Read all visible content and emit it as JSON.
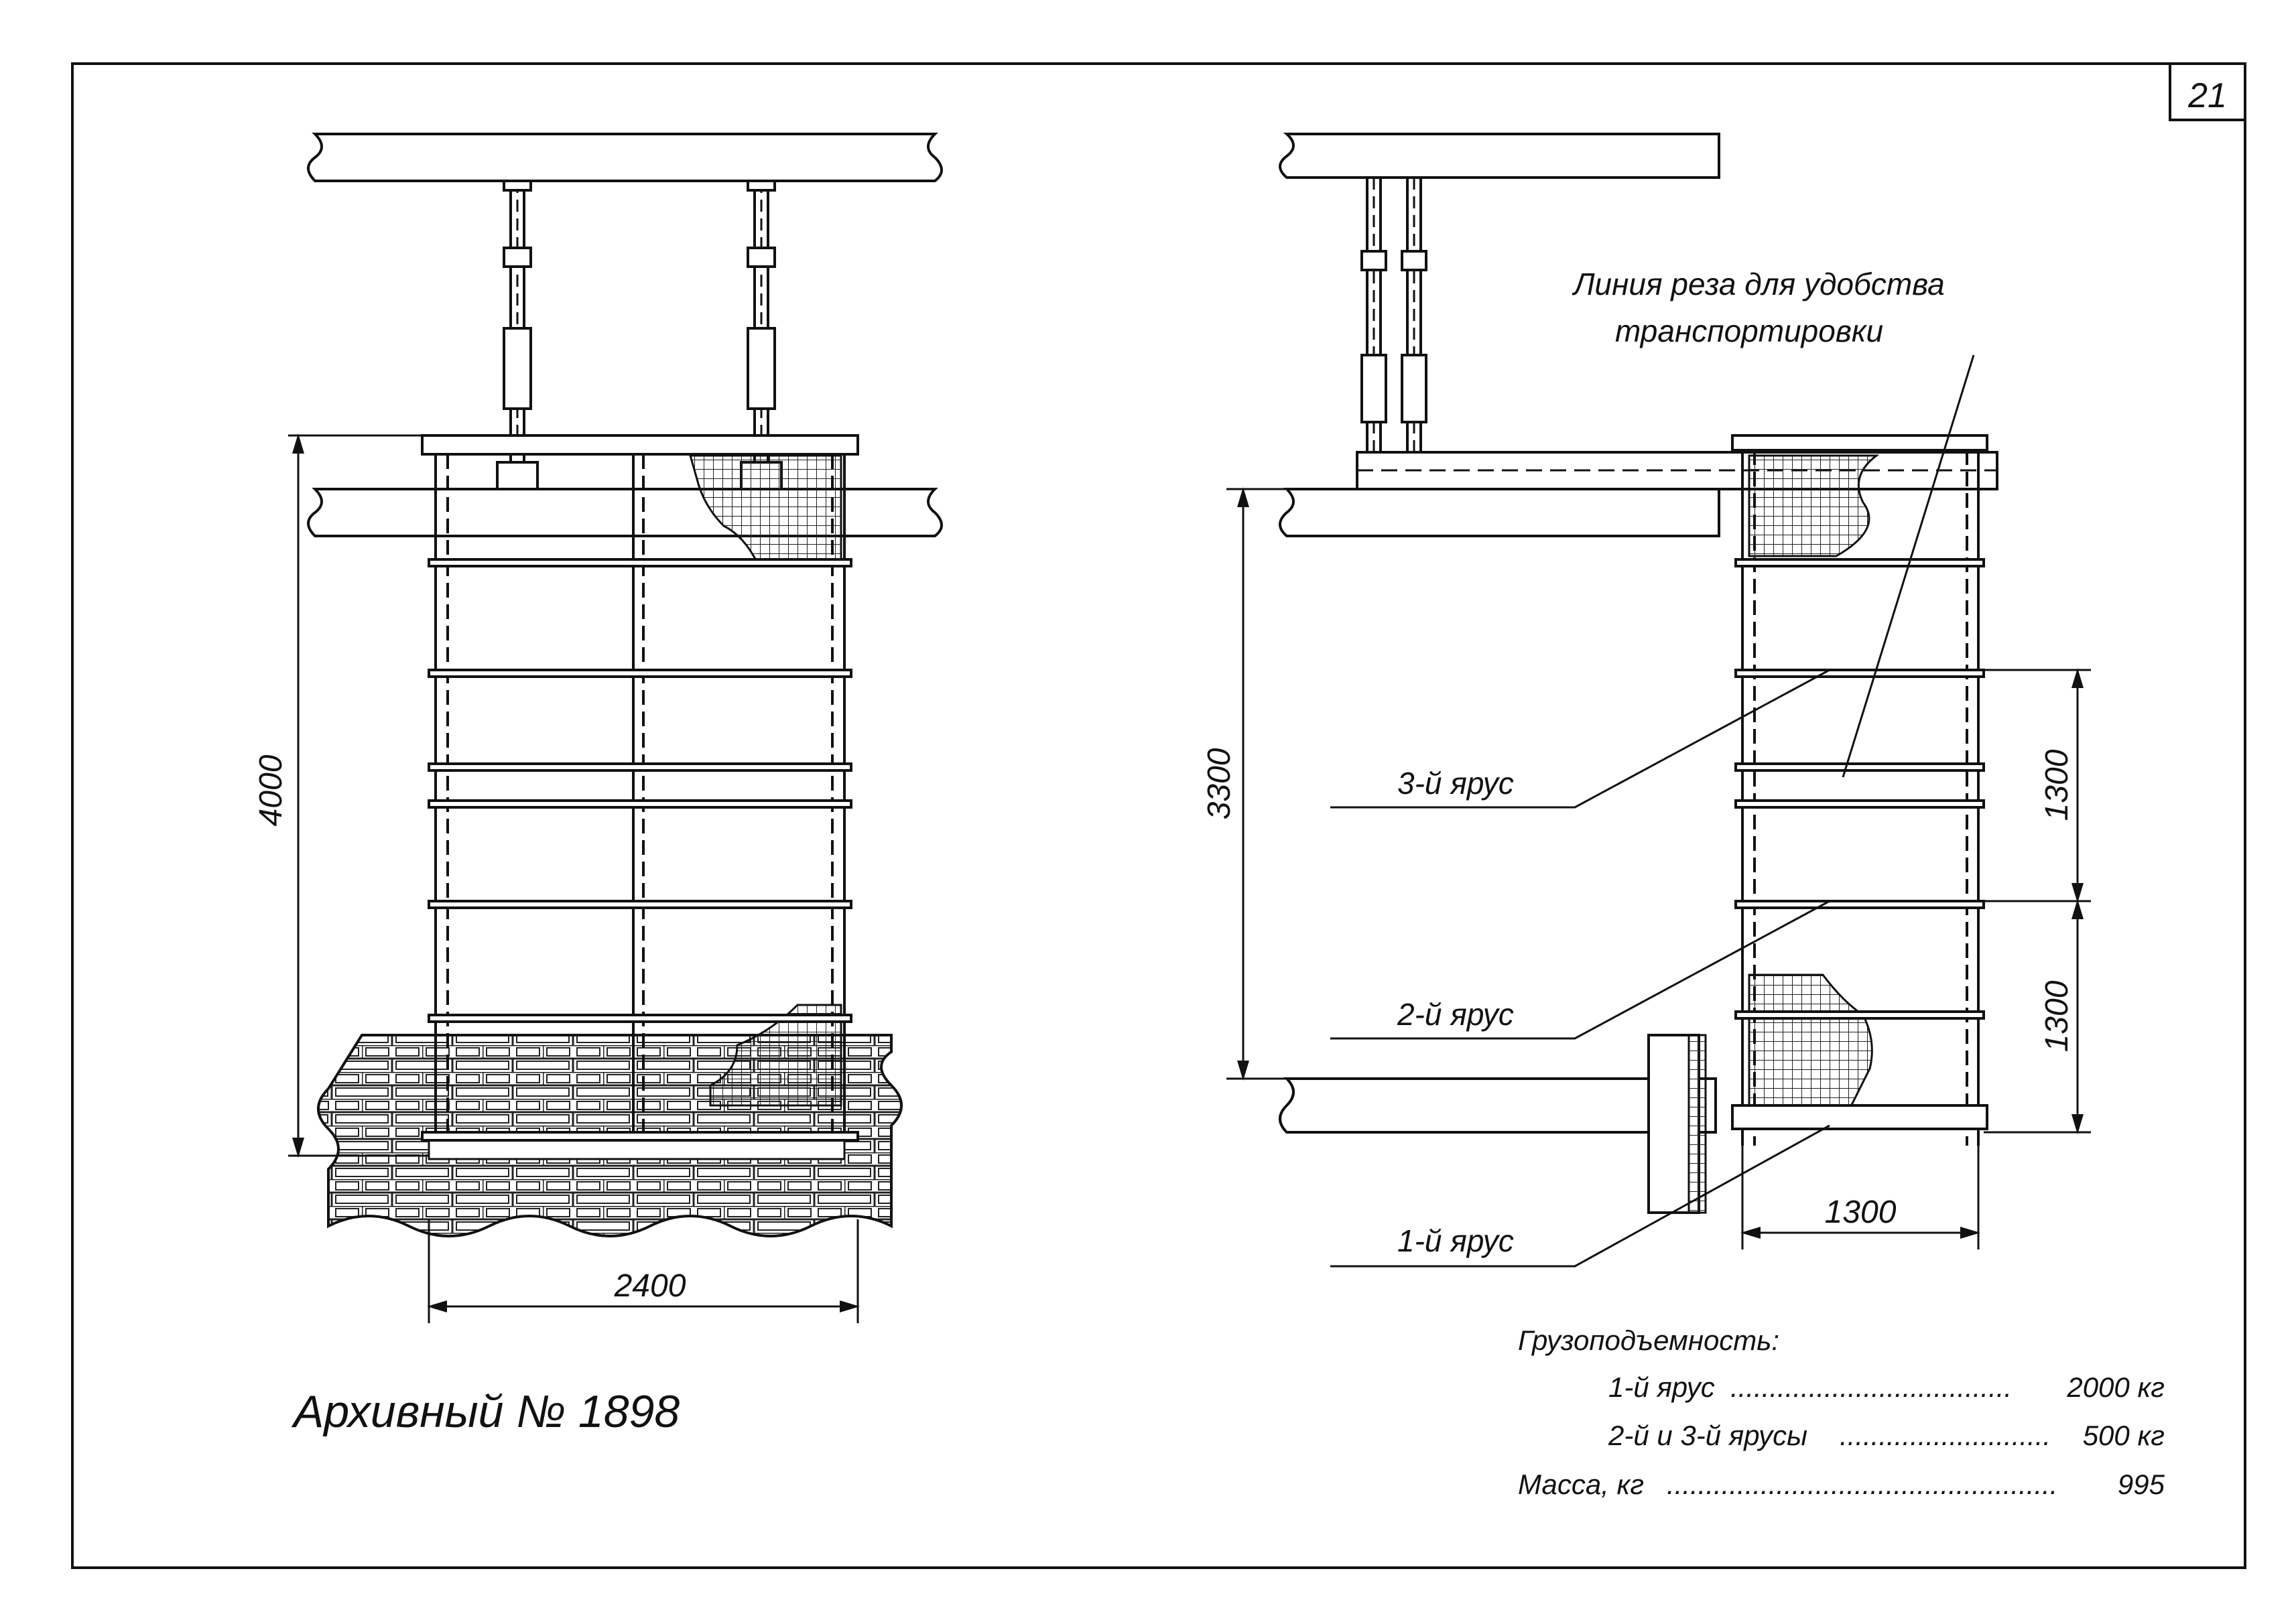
{
  "sheet": {
    "page_number": "21",
    "archive_number": "Архивный № 1898"
  },
  "front_view": {
    "height_dim": "4000",
    "width_dim": "2400"
  },
  "side_view": {
    "cut_line_label_1": "Линия реза для удобства",
    "cut_line_label_2": "транспортировки",
    "height_dim": "3300",
    "tier_spacing_top": "1300",
    "tier_spacing_bottom": "1300",
    "width_dim": "1300",
    "tier_labels": [
      "3-й ярус",
      "2-й ярус",
      "1-й ярус"
    ]
  },
  "specs": {
    "capacity_title": "Грузоподъемность:",
    "rows": [
      {
        "label": "1-й ярус",
        "leader": "....................................",
        "value": "2000 кг"
      },
      {
        "label": "2-й и 3-й ярусы",
        "leader": "...........................",
        "value": "500 кг"
      },
      {
        "label": "Масса, кг",
        "leader": "..................................................",
        "value": "995"
      }
    ]
  }
}
